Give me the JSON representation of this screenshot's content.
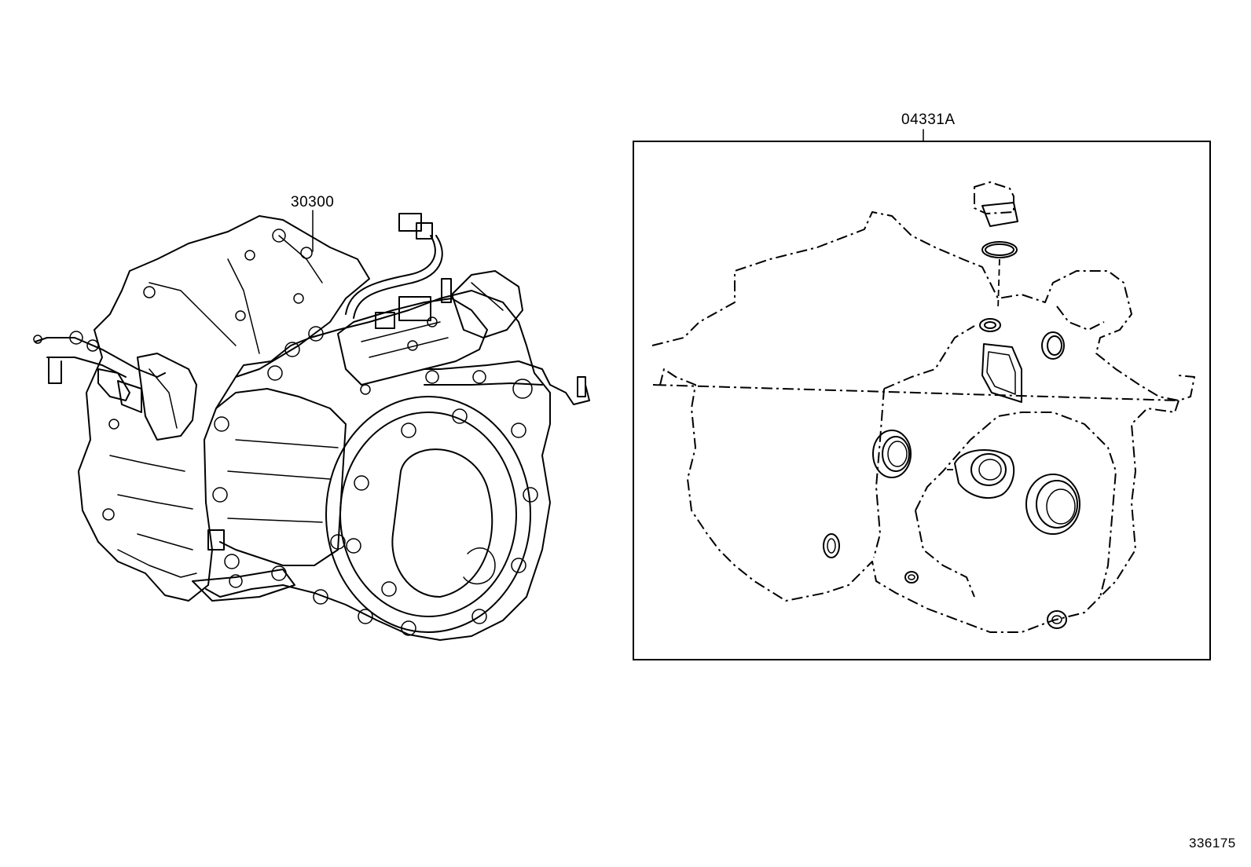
{
  "labels": {
    "transaxle_part": "30300",
    "gasket_kit_part": "04331A",
    "illustration_id": "336175"
  }
}
